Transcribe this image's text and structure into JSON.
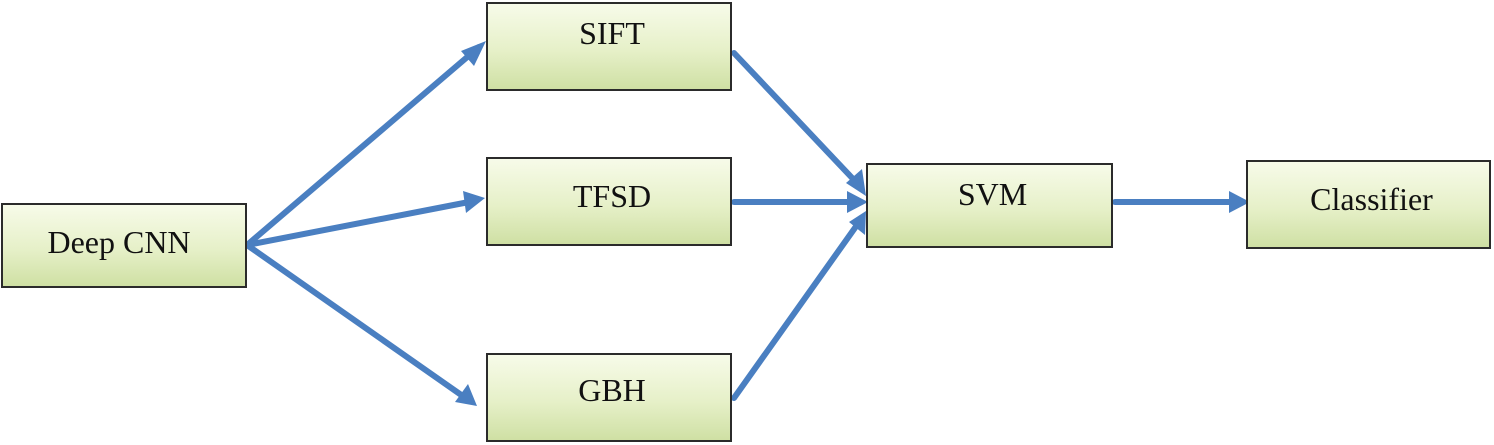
{
  "diagram": {
    "nodes": {
      "deep_cnn": "Deep CNN",
      "sift": "SIFT",
      "tfsd": "TFSD",
      "gbh": "GBH",
      "svm": "SVM",
      "classifier": "Classifier"
    },
    "edges": [
      {
        "from": "Deep CNN",
        "to": "SIFT"
      },
      {
        "from": "Deep CNN",
        "to": "TFSD"
      },
      {
        "from": "Deep CNN",
        "to": "GBH"
      },
      {
        "from": "SIFT",
        "to": "SVM"
      },
      {
        "from": "TFSD",
        "to": "SVM"
      },
      {
        "from": "GBH",
        "to": "SVM"
      },
      {
        "from": "SVM",
        "to": "Classifier"
      }
    ],
    "colors": {
      "arrow": "#4a7fc1",
      "box_border": "#2b2b2b",
      "box_fill_top": "#f7fbe9",
      "box_fill_bottom": "#cfe0a4",
      "text": "#111111"
    }
  }
}
